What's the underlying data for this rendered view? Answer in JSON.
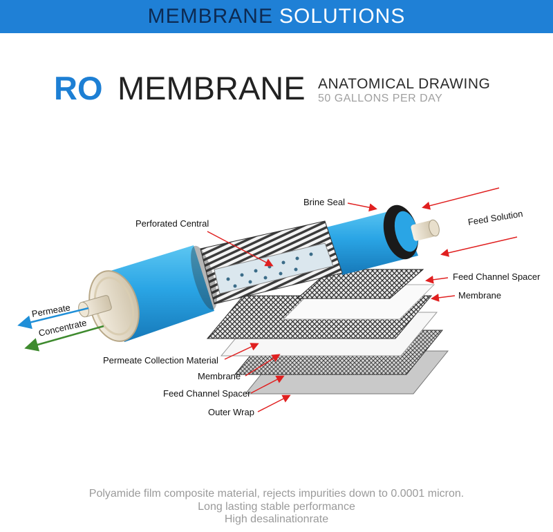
{
  "banner": {
    "word1": "MEMBRANE",
    "word2": "SOLUTIONS"
  },
  "heading": {
    "ro": "RO",
    "membrane": "MEMBRANE",
    "anatomical": "ANATOMICAL DRAWING",
    "capacity": "50 GALLONS PER DAY"
  },
  "labels": {
    "brine_seal": "Brine Seal",
    "perforated_central": "Perforated Central",
    "feed_solution": "Feed Solution",
    "feed_channel_spacer_right": "Feed Channel Spacer",
    "membrane_right": "Membrane",
    "permeate": "Permeate",
    "concentrate": "Concentrate",
    "permeate_collection": "Permeate Collection Material",
    "membrane_left": "Membrane",
    "feed_channel_spacer_left": "Feed Channel Spacer",
    "outer_wrap": "Outer Wrap"
  },
  "footer": {
    "line1": "Polyamide film composite material, rejects impurities down to 0.0001 micron.",
    "line2": "Long lasting stable performance",
    "line3": "High desalinationrate"
  },
  "colors": {
    "banner": "#1f80d6",
    "accent_blue": "#1d7fd4",
    "membrane_blue": "#29a6e6",
    "arrow_red": "#e02020",
    "permeate_arrow": "#1f8fd8",
    "concentrate_arrow": "#3e8a2e"
  }
}
